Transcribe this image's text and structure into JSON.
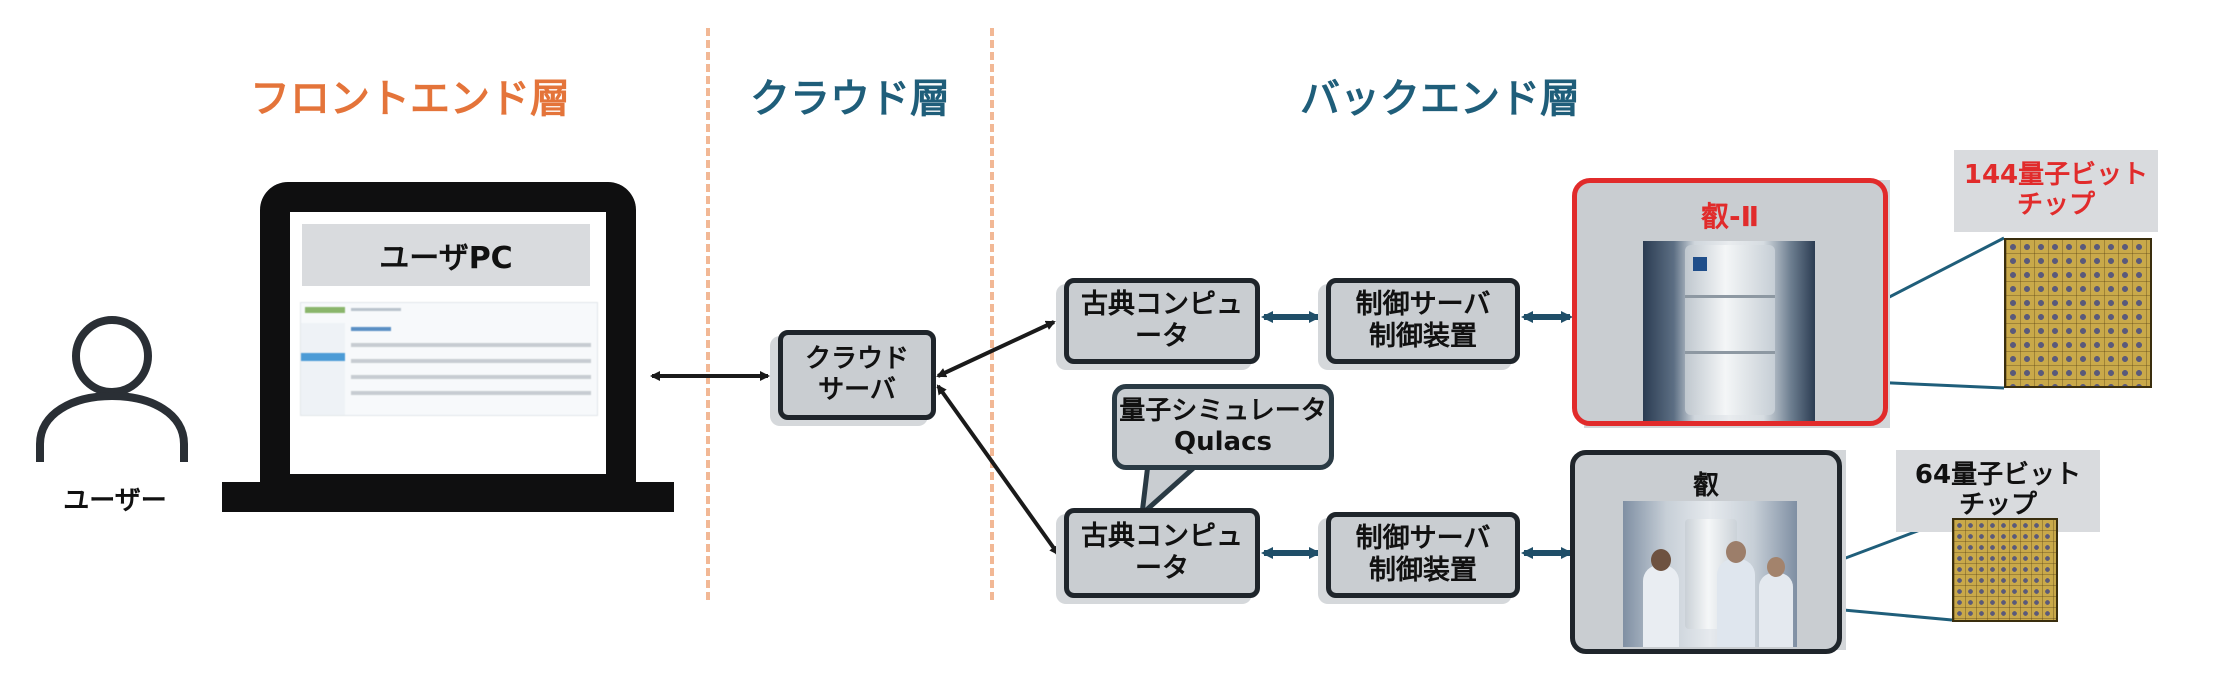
{
  "layers": {
    "frontend": "フロントエンド層",
    "cloud": "クラウド層",
    "backend": "バックエンド層"
  },
  "colors": {
    "frontend_heading": "#e4743a",
    "layer_heading": "#1f5e7a",
    "divider": "#f2b895",
    "arrow": "#1a1a1a",
    "double_arrow": "#1f4e68",
    "node_fill": "#c9cdd1",
    "highlight_red": "#e12b2b"
  },
  "user": {
    "label": "ユーザー",
    "icon": "user-icon"
  },
  "pc": {
    "label": "ユーザPC",
    "icon": "laptop-icon"
  },
  "cloud_server": {
    "line1": "クラウド",
    "line2": "サーバ"
  },
  "classical_top": {
    "label": "古典コンピュータ"
  },
  "classical_bottom": {
    "label": "古典コンピュータ"
  },
  "control_top": {
    "line1": "制御サーバ",
    "line2": "制御装置"
  },
  "control_bottom": {
    "line1": "制御サーバ",
    "line2": "制御装置"
  },
  "simulator": {
    "line1": "量子シミュレータ",
    "line2": "Qulacs"
  },
  "qc_top": {
    "title": "叡-Ⅱ"
  },
  "qc_bottom": {
    "title": "叡"
  },
  "chip_top": {
    "line1": "144量子ビット",
    "line2": "チップ"
  },
  "chip_bottom": {
    "line1": "64量子ビット",
    "line2": "チップ"
  }
}
